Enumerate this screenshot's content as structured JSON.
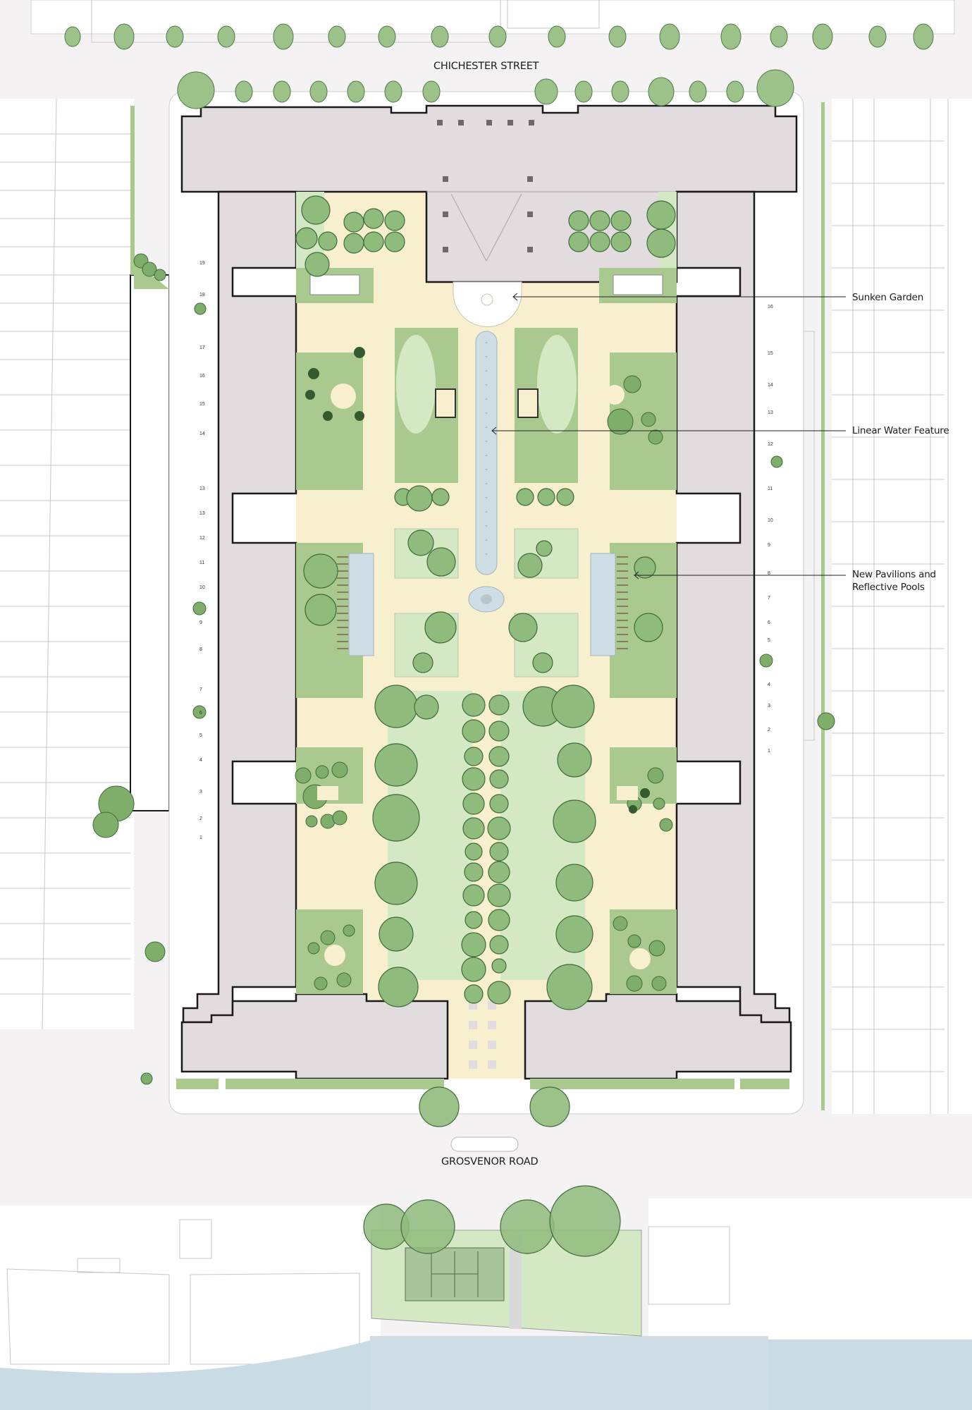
{
  "plan": {
    "type": "landscape site plan",
    "streets": {
      "north": "CHICHESTER STREET",
      "south": "GROSVENOR ROAD"
    },
    "callouts": [
      {
        "id": "sunken-garden",
        "label": "Sunken Garden"
      },
      {
        "id": "linear-water-feature",
        "label": "Linear Water Feature"
      },
      {
        "id": "pavilions-pools",
        "label_line1": "New Pavilions and",
        "label_line2": "Reflective Pools"
      }
    ],
    "parking_bays": {
      "west": [
        "19",
        "18",
        "17",
        "16",
        "15",
        "14",
        "13",
        "13",
        "12",
        "11",
        "10",
        "9",
        "8",
        "7",
        "6",
        "5",
        "4",
        "3",
        "2",
        "1"
      ],
      "east": [
        "16",
        "15",
        "14",
        "13",
        "12",
        "11",
        "10",
        "9",
        "8",
        "7",
        "6",
        "5",
        "4",
        "3",
        "2",
        "1"
      ]
    },
    "colors": {
      "background": "#f4f2f2",
      "building_fill": "#e2dcdf",
      "building_outline": "#1a1a1a",
      "lawn": "#d5e8c4",
      "planting": "#a9c98e",
      "tree": "#7fae6b",
      "tree_dark": "#3f6b3a",
      "paving": "#f8efcf",
      "water": "#cfdde6",
      "river": "#c9dbe4",
      "tennis_court": "#a9c49a"
    }
  }
}
